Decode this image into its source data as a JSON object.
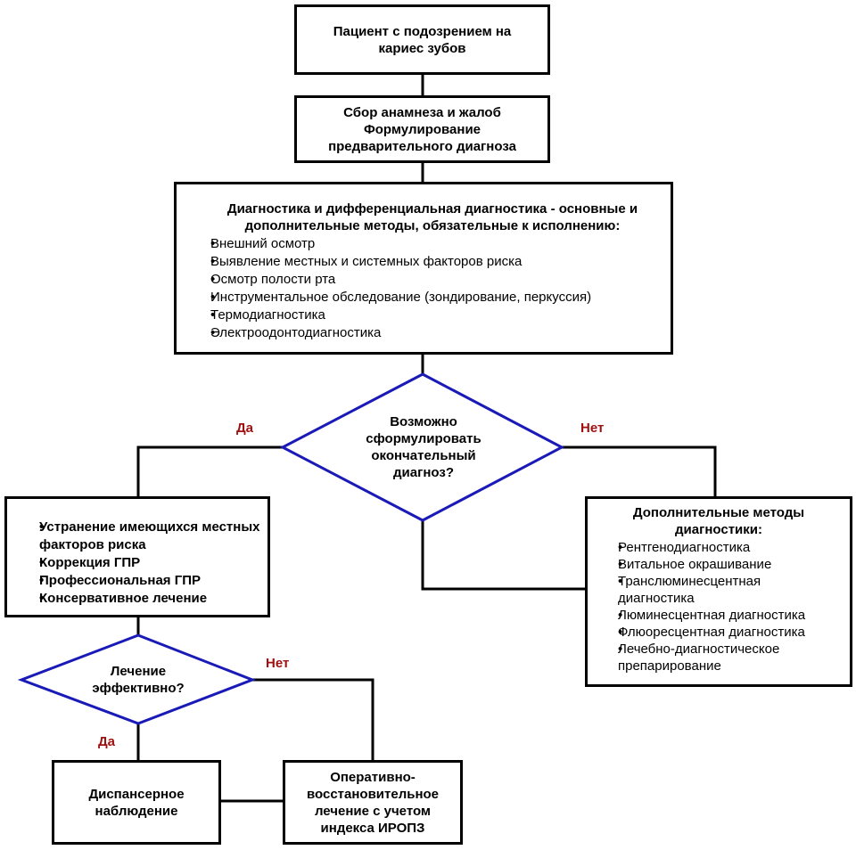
{
  "nodes": {
    "patient": "Пациент с подозрением на кариес зубов",
    "anamnesis": "Сбор анамнеза и жалоб Формулирование предварительного диагноза",
    "diagnostics": {
      "title": "Диагностика и дифференциальная диагностика - основные и дополнительные методы, обязательные к исполнению:",
      "items": [
        "Внешний осмотр",
        "Выявление местных и системных факторов риска",
        "Осмотр полости рта",
        "Инструментальное обследование (зондирование, перкуссия)",
        "Термодиагностика",
        "Электроодонтодиагностика"
      ]
    },
    "decision_final": "Возможно сформулировать окончательный диагноз?",
    "treatment": {
      "items": [
        "Устранение имеющихся местных факторов риска",
        "Коррекция ГПР",
        "Профессиональная ГПР",
        "Консервативное лечение"
      ]
    },
    "extra_methods": {
      "title": "Дополнительные методы диагностики:",
      "items": [
        "Рентгенодиагностика",
        "Витальное окрашивание",
        "Транслюминесцентная диагностика",
        "Люминесцентная диагностика",
        "Флюоресцентная диагностика",
        "Лечебно-диагностическое препарирование"
      ]
    },
    "decision_effective": "Лечение эффективно?",
    "dispensary": "Диспансерное наблюдение",
    "surgery": "Оперативно-восстановительное лечение с учетом индекса ИРОПЗ"
  },
  "edge_labels": {
    "yes_1": "Да",
    "no_1": "Нет",
    "yes_2": "Да",
    "no_2": "Нет"
  },
  "colors": {
    "decision_stroke": "#1a1ab8",
    "yes_no_text": "#a01010",
    "box_stroke": "#000000"
  }
}
